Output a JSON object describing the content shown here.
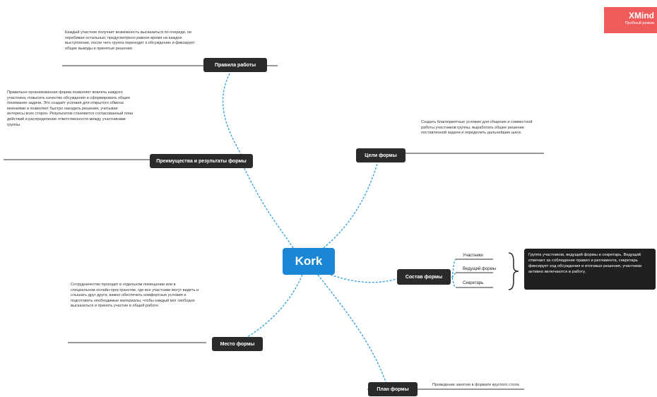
{
  "brand": {
    "name": "XMind",
    "subtitle": "Пробный режим",
    "color": "#ef5b5b"
  },
  "central": {
    "label": "Kork",
    "color": "#1b86d6"
  },
  "topics": {
    "tseli": "Цели формы",
    "pravila": "Правила работы",
    "preimushchestva": "Преимущества и результаты формы",
    "sostav": "Состав формы",
    "mesto": "Место формы",
    "plan": "План формы"
  },
  "notes": {
    "pravila": "Каждый участник получает возможность высказаться по очереди, не перебивая остальных; предусмотрено равное время на каждое выступление, после чего группа переходит к обсуждению и фиксирует общие выводы и принятые решения.",
    "preimushchestva": "Правильно организованная форма позволяет вовлечь каждого участника, повысить качество обсуждения и сформировать общее понимание задачи. Это создаёт условия для открытого обмена мнениями и позволяет быстро находить решения, учитывая интересы всех сторон. Результатом становится согласованный план действий и распределение ответственности между участниками группы.",
    "tseli": "Создать благоприятные условия для общения и совместной работы участников группы, выработать общее решение поставленной задачи и определить дальнейшие шаги.",
    "mesto": "Сотрудничество проходит в отдельном помещении или в специальном онлайн-пространстве, где все участники могут видеть и слышать друг друга; важно обеспечить комфортные условия и подготовить необходимые материалы, чтобы каждый мог свободно высказаться и принять участие в общей работе."
  },
  "subtopics": [
    "Участники",
    "Ведущий формы",
    "Секретарь"
  ],
  "summary": "Группа участников, ведущий формы и секретарь. Ведущий отвечает за соблюдение правил и регламента, секретарь фиксирует ход обсуждения и итоговые решения, участники активно включаются в работу.",
  "plan_note": "Проведение занятия в формате круглого стола"
}
